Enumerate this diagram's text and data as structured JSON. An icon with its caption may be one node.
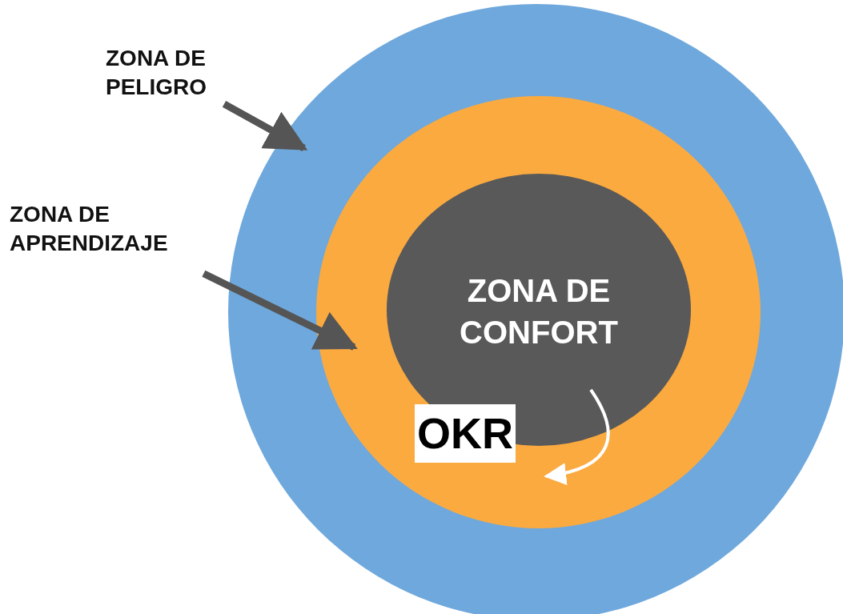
{
  "diagram": {
    "nodes": [
      {
        "text": [
          "ZONA DE PELIGRO"
        ]
      },
      {
        "text": [
          "ZONA DE APRENDIZAJE"
        ]
      },
      {
        "text": [],
        "shape": "circle"
      },
      {
        "text": [],
        "shape": "circle",
        "in": 2
      },
      {
        "text": [
          "ZONA DE CONFORT"
        ],
        "in": 3
      }
    ],
    "edges": [
      {
        "from": 0,
        "to": 2,
        "arrow": "to"
      },
      {
        "from": 1,
        "to": 3,
        "arrow": "to"
      },
      {
        "from": 4,
        "to": null,
        "arrow": "to",
        "color": "#ffffff"
      }
    ],
    "labels": [
      "OKR"
    ]
  }
}
